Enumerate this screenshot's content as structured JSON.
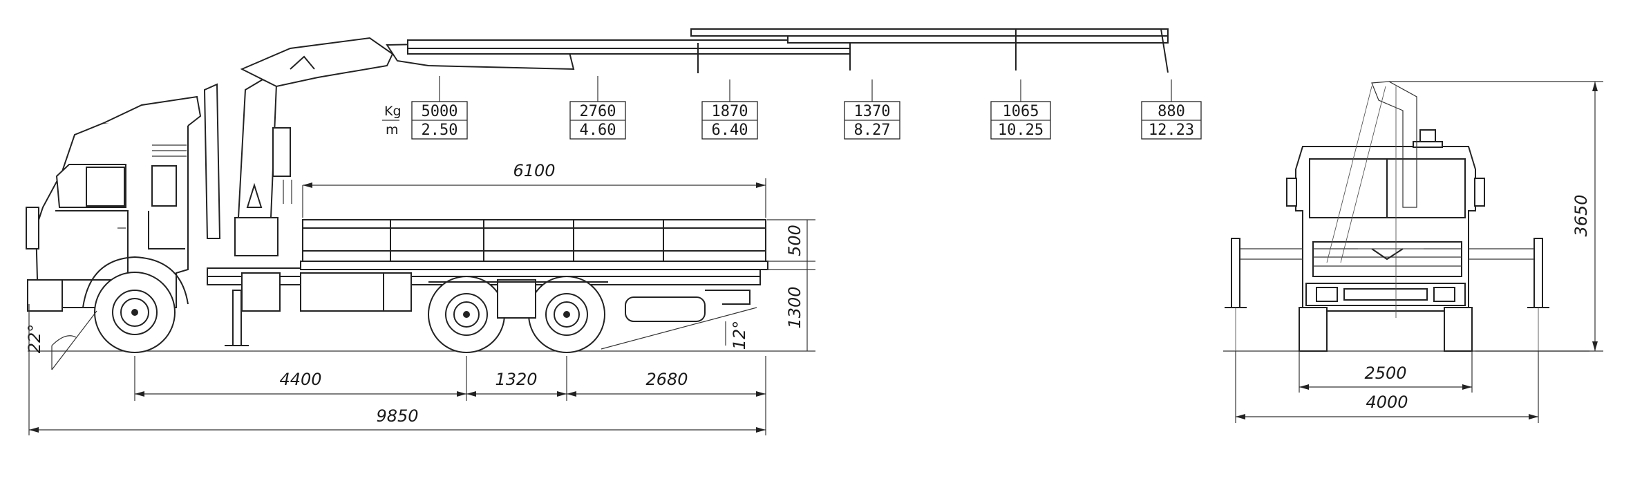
{
  "load_chart": {
    "units": {
      "kg": "Kg",
      "m": "m"
    },
    "points": [
      {
        "kg": "5000",
        "m": "2.50"
      },
      {
        "kg": "2760",
        "m": "4.60"
      },
      {
        "kg": "1870",
        "m": "6.40"
      },
      {
        "kg": "1370",
        "m": "8.27"
      },
      {
        "kg": "1065",
        "m": "10.25"
      },
      {
        "kg": "880",
        "m": "12.23"
      }
    ]
  },
  "dimensions": {
    "platform_length": "6100",
    "side_height": "500",
    "platform_height": "1300",
    "front_angle": "22°",
    "rear_angle": "12°",
    "wheelbase_front": "4400",
    "axle_spacing": "1320",
    "rear_overhang": "2680",
    "overall_length": "9850",
    "track_width": "2500",
    "outrigger_span": "4000",
    "overall_height": "3650"
  },
  "colors": {
    "line": "#222222",
    "background": "#ffffff"
  }
}
